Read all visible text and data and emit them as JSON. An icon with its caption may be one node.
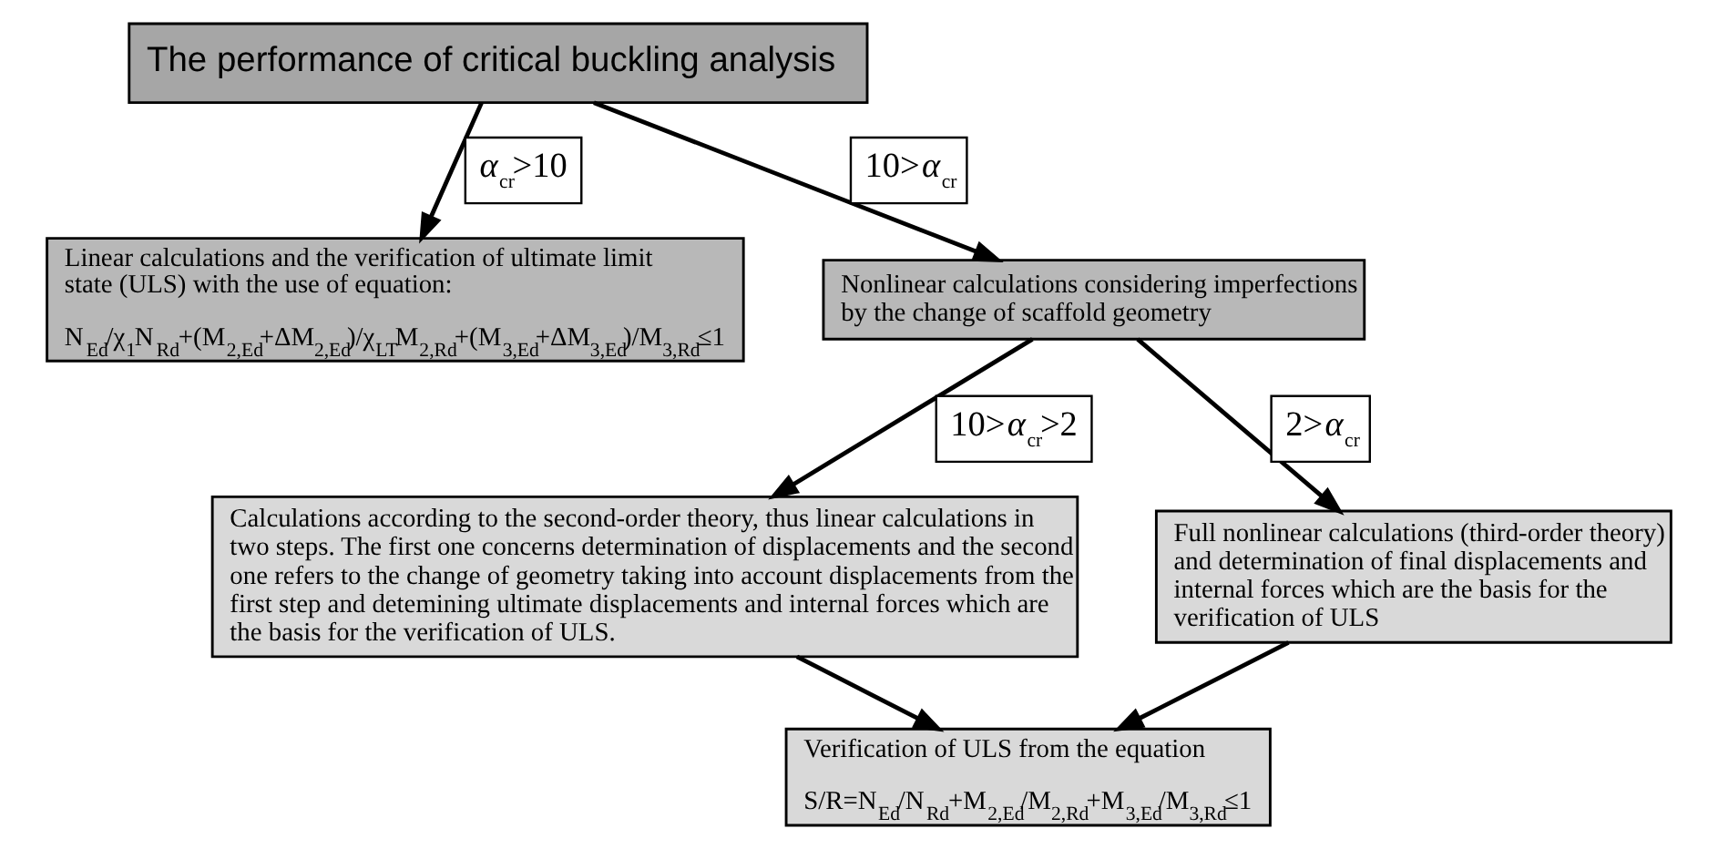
{
  "diagram": {
    "nodes": [
      {
        "text": [
          "The performance of critical buckling analysis"
        ]
      },
      {
        "text": [
          "Linear calculations and the verification of ultimate limit state (ULS) with the use of equation:",
          "N$_{Ed}$/χ$_{1}$N$_{Rd}$+(M$_{2,Ed}$+ΔM$_{2,Ed}$)/χ$_{LT}$M$_{2,Rd}$+(M$_{3,Ed}$+ΔM$_{3,Ed}$)/M$_{3,Rd}$≤1"
        ]
      },
      {
        "text": [
          "Nonlinear calculations considering imperfections by the change of scaffold geometry"
        ]
      },
      {
        "text": [
          "Calculations according to the second-order theory, thus linear calculations in two steps. The first one concerns determination of displacements and the second one refers to the change of geometry taking into account displacements from the first step and detemining ultimate displacements and internal forces which are the basis for the verification of ULS."
        ]
      },
      {
        "text": [
          "Full nonlinear calculations (third-order theory) and determination of final displacements and internal forces which are the basis for the verification of ULS"
        ]
      },
      {
        "text": [
          "Verification of ULS from the equation",
          "S/R=N$_{Ed}$/N$_{Rd}$+M$_{2,Ed}$/M$_{2,Rd}$+M$_{3,Ed}$/M$_{3,Rd}$≤1"
        ]
      }
    ],
    "edges": [
      {
        "from": 0,
        "to": 1,
        "arrow": "to",
        "label": "*α*$_{cr}$>10"
      },
      {
        "from": 0,
        "to": 2,
        "arrow": "to",
        "label": "10>*α*$_{cr}$"
      },
      {
        "from": 2,
        "to": 3,
        "arrow": "to",
        "label": "10>*α*$_{cr}$>2"
      },
      {
        "from": 2,
        "to": 4,
        "arrow": "to",
        "label": "2>*α*$_{cr}$"
      },
      {
        "from": 3,
        "to": 5,
        "arrow": "to"
      },
      {
        "from": 4,
        "to": 5,
        "arrow": "to"
      }
    ]
  }
}
